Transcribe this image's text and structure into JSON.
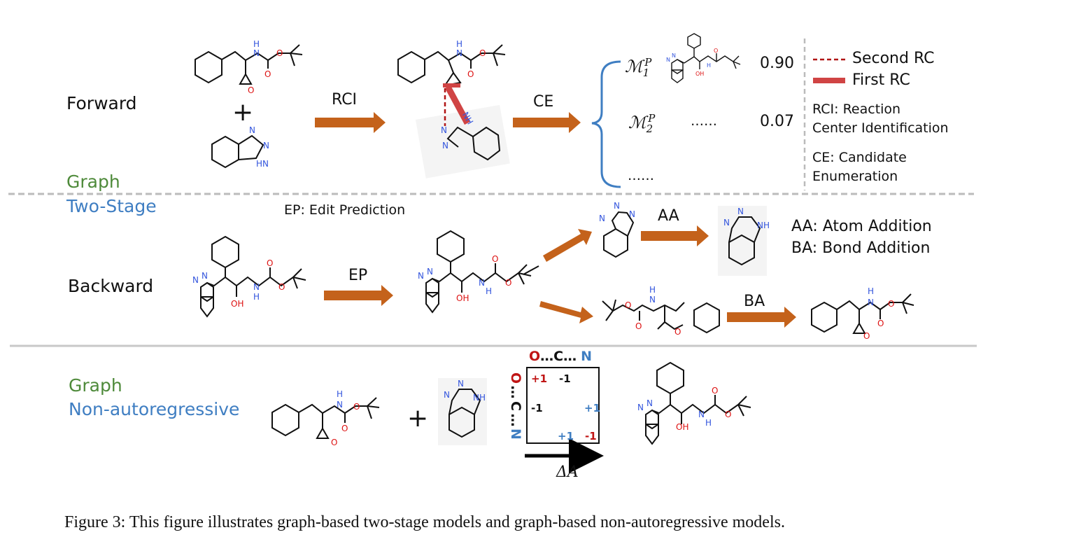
{
  "figure": {
    "labels": {
      "forward": "Forward",
      "graph_top": "Graph",
      "two_stage": "Two-Stage",
      "backward": "Backward",
      "graph_bottom": "Graph",
      "non_autoregressive": "Non-autoregressive"
    },
    "arrows": {
      "rci": "RCI",
      "ce": "CE",
      "ep": "EP",
      "aa": "AA",
      "ba": "BA"
    },
    "candidates": [
      {
        "label": "M1P",
        "score": "0.90"
      },
      {
        "label": "M2P",
        "score": "0.07",
        "ellipsis": "……"
      }
    ],
    "candidates_more": "……",
    "legend": {
      "second_rc": "Second RC",
      "first_rc": "First RC"
    },
    "definitions": {
      "rci_line1": "RCI: Reaction",
      "rci_line2": "Center Identification",
      "ce_line1": "CE: Candidate",
      "ce_line2": "Enumeration",
      "ep": "EP: Edit Prediction",
      "aa": "AA: Atom Addition",
      "ba": "BA: Bond Addition"
    },
    "matrix": {
      "col_header": [
        "O",
        "…",
        "C",
        "…",
        "N"
      ],
      "row_header": [
        "O",
        "…",
        "C",
        "…",
        "N"
      ],
      "cells": [
        "+1",
        "-1",
        "-1",
        "+1",
        "+1",
        "-1"
      ],
      "delta_label": "ΔA"
    },
    "atoms": {
      "H": "H",
      "N": "N",
      "O": "O",
      "OH": "OH",
      "NH": "NH",
      "HN": "HN"
    },
    "operators": {
      "plus": "+"
    },
    "colors": {
      "arrow": "#c4621b",
      "bracket": "#3f7ec2",
      "nitrogen": "#3355dd",
      "oxygen": "#dd1111",
      "first_rc": "#d04444",
      "second_rc": "#b01515",
      "divider_dashed": "#bbbbbb",
      "divider_solid": "#c8c8c8",
      "graph_green": "#4e8a3a",
      "two_stage_blue": "#3f7ec2"
    }
  },
  "caption": "Figure 3: This figure illustrates graph-based two-stage models and graph-based non-autoregressive models."
}
